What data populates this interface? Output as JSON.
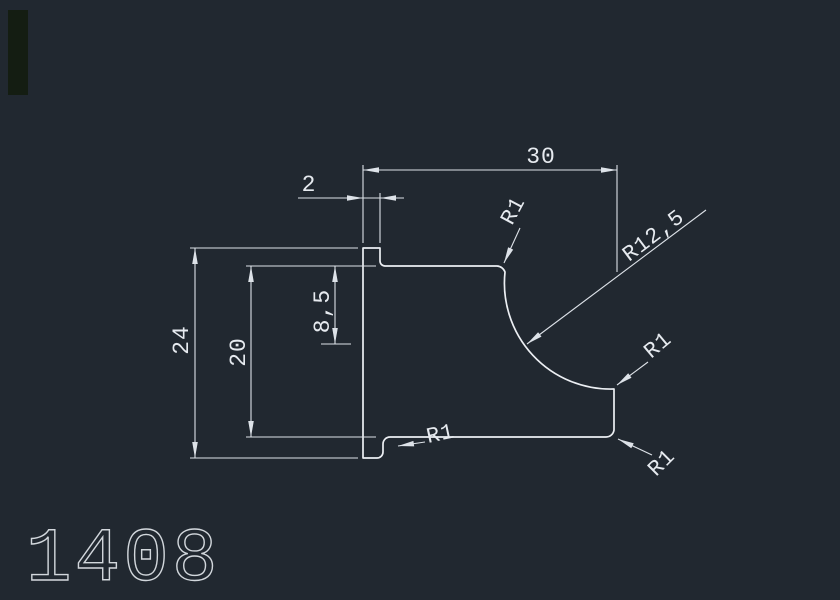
{
  "canvas": {
    "background_color": "#212830",
    "geometry_color": "#eceff3",
    "dimension_color": "#dde2e8",
    "part_number": "1408"
  },
  "dimensions": {
    "total_width": "30",
    "flange_thickness": "2",
    "total_height": "24",
    "inner_height": "20",
    "cove_offset": "8,5"
  },
  "radii": {
    "top_corner": "R1",
    "cove": "R12,5",
    "right_corner": "R1",
    "bottom_left_corner": "R1",
    "bottom_right_corner": "R1"
  }
}
